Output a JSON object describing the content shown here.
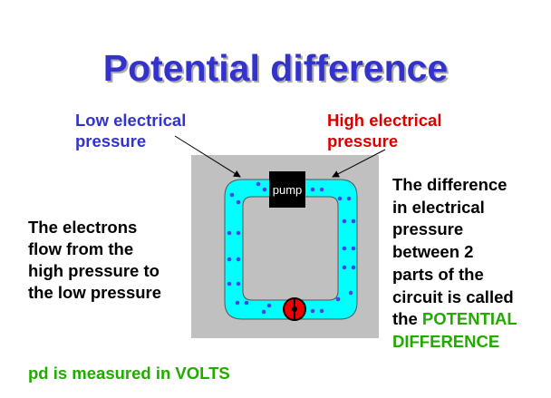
{
  "title": "Potential difference",
  "low_label": [
    "Low electrical",
    "pressure"
  ],
  "high_label": [
    "High electrical",
    "pressure"
  ],
  "pump_label": "pump",
  "left_text": [
    "The electrons",
    "flow from the",
    "high pressure to",
    "the low pressure"
  ],
  "right_text": [
    "The difference",
    "in electrical",
    "pressure",
    "between 2",
    "parts of the",
    "circuit is called"
  ],
  "right_text_prefix": "the",
  "highlight": [
    "POTENTIAL",
    "DIFFERENCE"
  ],
  "bottom_text": "pd is measured in VOLTS",
  "colors": {
    "title": "#3333cc",
    "low": "#3333cc",
    "high": "#dd0000",
    "green": "#22aa00",
    "pipe": "#00ffff",
    "electron": "#4444ee"
  }
}
